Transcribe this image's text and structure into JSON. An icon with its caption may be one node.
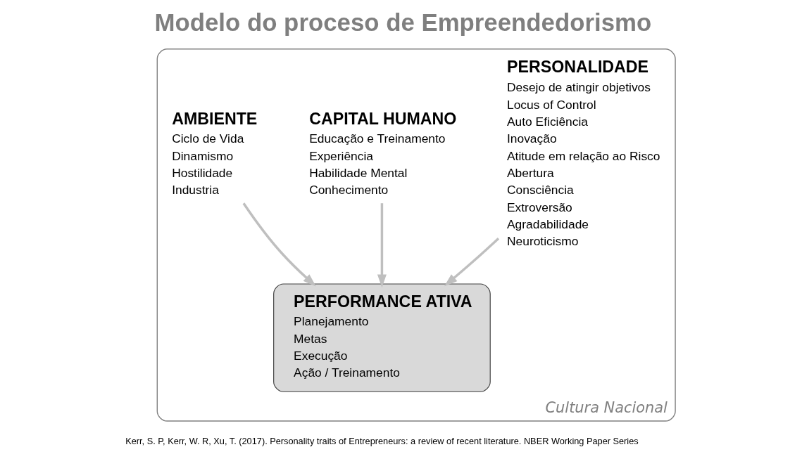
{
  "diagram": {
    "title": "Modelo do proceso de Empreendedorismo",
    "caption": "Kerr, S. P, Kerr, W. R, Xu, T. (2017). Personality traits of Entrepreneurs: a review of recent literature. NBER Working Paper Series",
    "nodes": [
      {
        "text": [
          "Cultura Nacional"
        ]
      },
      {
        "text": [
          "PERSONALIDADE",
          "Desejo de atingir objetivos",
          "Locus of Control",
          "Auto Eficiência",
          "Inovação",
          "Atitude em relação ao Risco",
          "Abertura",
          "Consciência",
          "Extroversão",
          "Agradabilidade",
          "Neuroticismo"
        ],
        "in": 0
      },
      {
        "text": [
          "CAPITAL HUMANO",
          "Educação e Treinamento",
          "Experiência",
          "Habilidade Mental",
          "Conhecimento"
        ],
        "in": 0
      },
      {
        "text": [
          "AMBIENTE",
          "Ciclo de Vida",
          "Dinamismo",
          "Hostilidade",
          "Industria"
        ],
        "in": 0
      },
      {
        "text": [
          "PERFORMANCE ATIVA",
          "Planejamento",
          "Metas",
          "Execução",
          "Ação / Treinamento"
        ],
        "in": 0
      }
    ],
    "edges": [
      {
        "from": 1,
        "to": 4,
        "arrow": "to"
      },
      {
        "from": 2,
        "to": 4,
        "arrow": "to"
      },
      {
        "from": 3,
        "to": 4,
        "arrow": "to"
      }
    ]
  }
}
